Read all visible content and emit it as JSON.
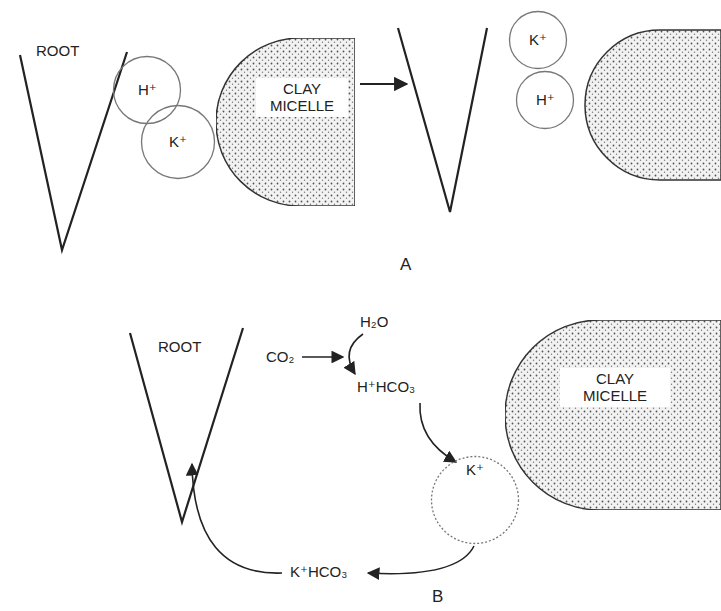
{
  "diagram": {
    "nodes": [
      {
        "text": [
          "H⁺"
        ]
      },
      {
        "text": [
          "K⁺"
        ]
      },
      {
        "text": [
          "CLAY MICELLE"
        ]
      },
      {
        "text": [
          "K⁺"
        ]
      },
      {
        "text": [
          "H⁺"
        ]
      },
      {
        "text": [
          "CLAY MICELLE"
        ]
      },
      {
        "text": [
          "K⁺"
        ]
      }
    ],
    "labels": [
      "ROOT",
      "A",
      "ROOT",
      "H₂O",
      "CO₂",
      "H⁺HCO₃",
      "K⁺HCO₃",
      "B"
    ]
  }
}
